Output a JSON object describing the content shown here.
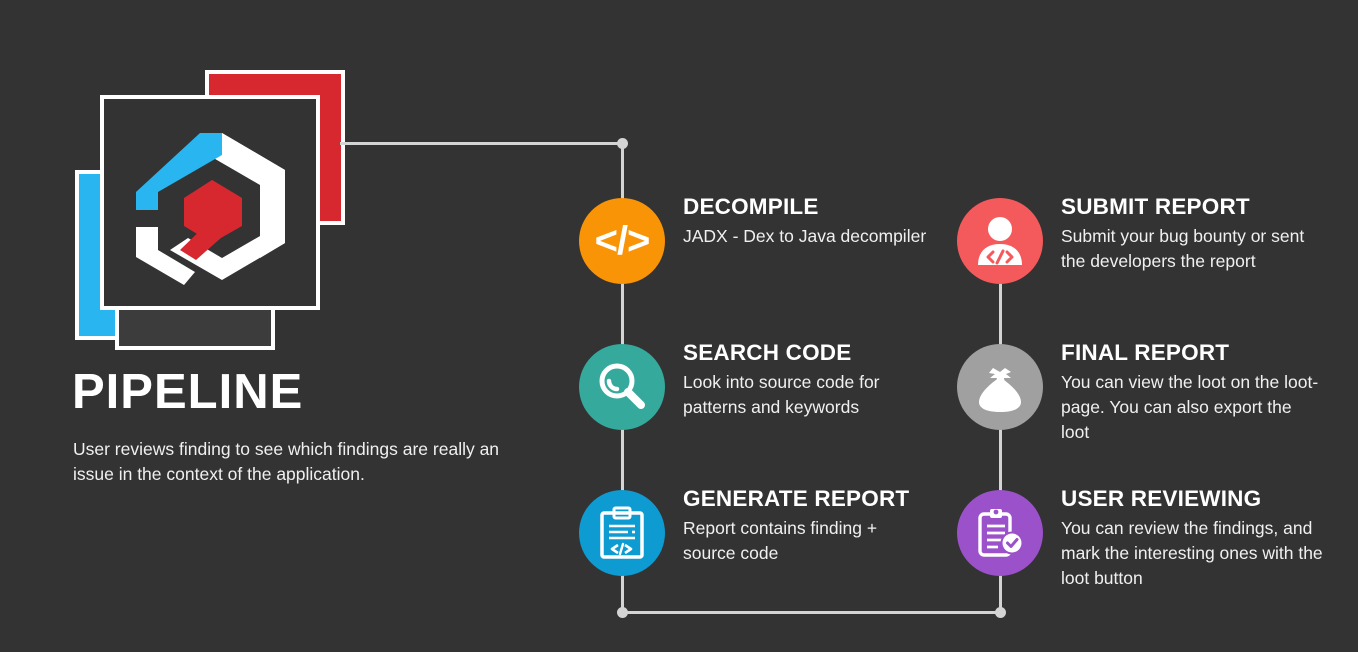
{
  "page": {
    "background_color": "#333333",
    "title": "PIPELINE",
    "subtitle": "User reviews finding to see which findings are really an issue in the context of the application."
  },
  "logo": {
    "name": "pipeline-hexagon-logo",
    "card_blue_color": "#29B6F0",
    "card_red_color": "#D7282F",
    "hex_outline_color": "#FFFFFF",
    "hex_accent_color": "#29B6F0",
    "hex_inner_color": "#D7282F"
  },
  "connectors": {
    "line_color": "#D4D4D4"
  },
  "nodes": [
    {
      "id": "decompile",
      "title": "DECOMPILE",
      "description": "JADX - Dex to Java decompiler",
      "color": "#F89406",
      "icon": "code-brackets-icon",
      "column": "left"
    },
    {
      "id": "search-code",
      "title": "SEARCH CODE",
      "description": "Look into source code for patterns and keywords",
      "color": "#35A99C",
      "icon": "magnifier-icon",
      "column": "left"
    },
    {
      "id": "generate-report",
      "title": "GENERATE REPORT",
      "description": "Report contains finding + source code",
      "color": "#0E9BD1",
      "icon": "clipboard-code-icon",
      "column": "left"
    },
    {
      "id": "submit-report",
      "title": "SUBMIT REPORT",
      "description": "Submit your bug bounty or sent the developers the report",
      "color": "#F4595B",
      "icon": "developer-person-icon",
      "column": "right"
    },
    {
      "id": "final-report",
      "title": "FINAL REPORT",
      "description": "You can view the loot on the loot-page. You can also export the loot",
      "color": "#A0A0A0",
      "icon": "money-bag-icon",
      "column": "right"
    },
    {
      "id": "user-reviewing",
      "title": "USER REVIEWING",
      "description": "You can review the findings, and mark the interesting ones with the loot button",
      "color": "#9B51C9",
      "icon": "clipboard-check-icon",
      "column": "right"
    }
  ]
}
